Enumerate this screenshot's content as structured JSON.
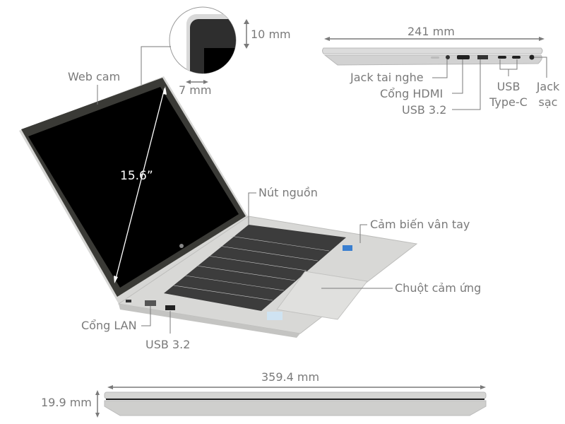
{
  "diagram": {
    "subject": "Laptop specification diagram",
    "screen": {
      "diagonal_label": "15.6”"
    },
    "bezel": {
      "top_label": "10 mm",
      "side_label": "7 mm"
    },
    "side_view": {
      "depth_label": "241 mm",
      "ports": [
        {
          "label": "Jack tai nghe"
        },
        {
          "label": "Cổng HDMI"
        },
        {
          "label": "USB 3.2"
        },
        {
          "label_line1": "USB",
          "label_line2": "Type-C"
        },
        {
          "label_line1": "Jack",
          "label_line2": "sạc"
        }
      ]
    },
    "main_view": {
      "webcam_label": "Web cam",
      "power_button_label": "Nút nguồn",
      "fingerprint_label": "Cảm biến vân tay",
      "touchpad_label": "Chuột cảm ứng",
      "lan_label": "Cổng LAN",
      "usb_left_label": "USB 3.2"
    },
    "front_view": {
      "width_label": "359.4 mm",
      "thickness_label": "19.9 mm"
    }
  },
  "colors": {
    "label": "#7a7a7a",
    "chassis": "#d4d4d2",
    "screen": "#000000",
    "bezel": "#3a3a36",
    "keys": "#3c3c3c"
  }
}
